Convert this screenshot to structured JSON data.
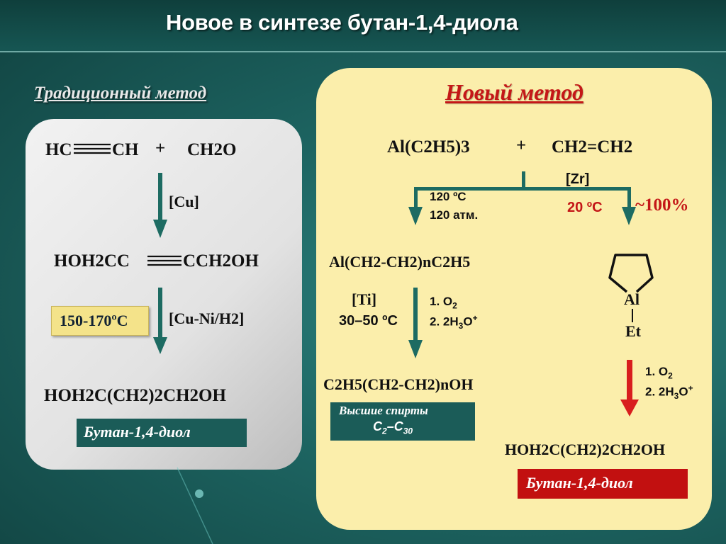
{
  "title": "Новое в синтезе бутан-1,4-диола",
  "traditional": {
    "heading": "Традиционный метод",
    "reactant1_left": "HC",
    "reactant1_right": "CH",
    "plus": "+",
    "reactant2": "CH2O",
    "catalyst1": "[Cu]",
    "intermediate_left": "HOH2CC",
    "intermediate_right": "CCH2OH",
    "temperature": "150-170ºC",
    "catalyst2": "[Cu-Ni/H2]",
    "product": "HOH2C(CH2)2CH2OH",
    "product_name": "Бутан-1,4-диол"
  },
  "new_method": {
    "heading": "Новый метод",
    "reactant1": "Al(C2H5)3",
    "plus": "+",
    "reactant2": "CH2=CH2",
    "catalyst_zr": "[Zr]",
    "left_branch_temp": "120 ºC",
    "left_branch_pressure": "120 атм.",
    "right_branch_temp": "20 ºC",
    "yield": "~100%",
    "intermediate": "Al(CH2-CH2)nC2H5",
    "catalyst_ti": "[Ti]",
    "ti_temperature": "30–50 ºC",
    "step1": "1. O",
    "step1_sub": "2",
    "step2": "2. 2H",
    "step2_sub": "3",
    "step2_tail": "O",
    "step2_sup": "+",
    "alcohol": "C2H5(CH2-CH2)nOH",
    "higher_alcohols": "Высшие спирты",
    "alcohol_range_c": "C",
    "alcohol_range_from": "2",
    "alcohol_range_dash": "–C",
    "alcohol_range_to": "30",
    "ring_atom": "Al",
    "ring_substituent": "Et",
    "product": "HOH2C(CH2)2CH2OH",
    "product_name": "Бутан-1,4-диол"
  },
  "colors": {
    "arrow_teal": "#1d6b62",
    "arrow_red": "#d81e1e",
    "heading_red": "#c41717"
  }
}
